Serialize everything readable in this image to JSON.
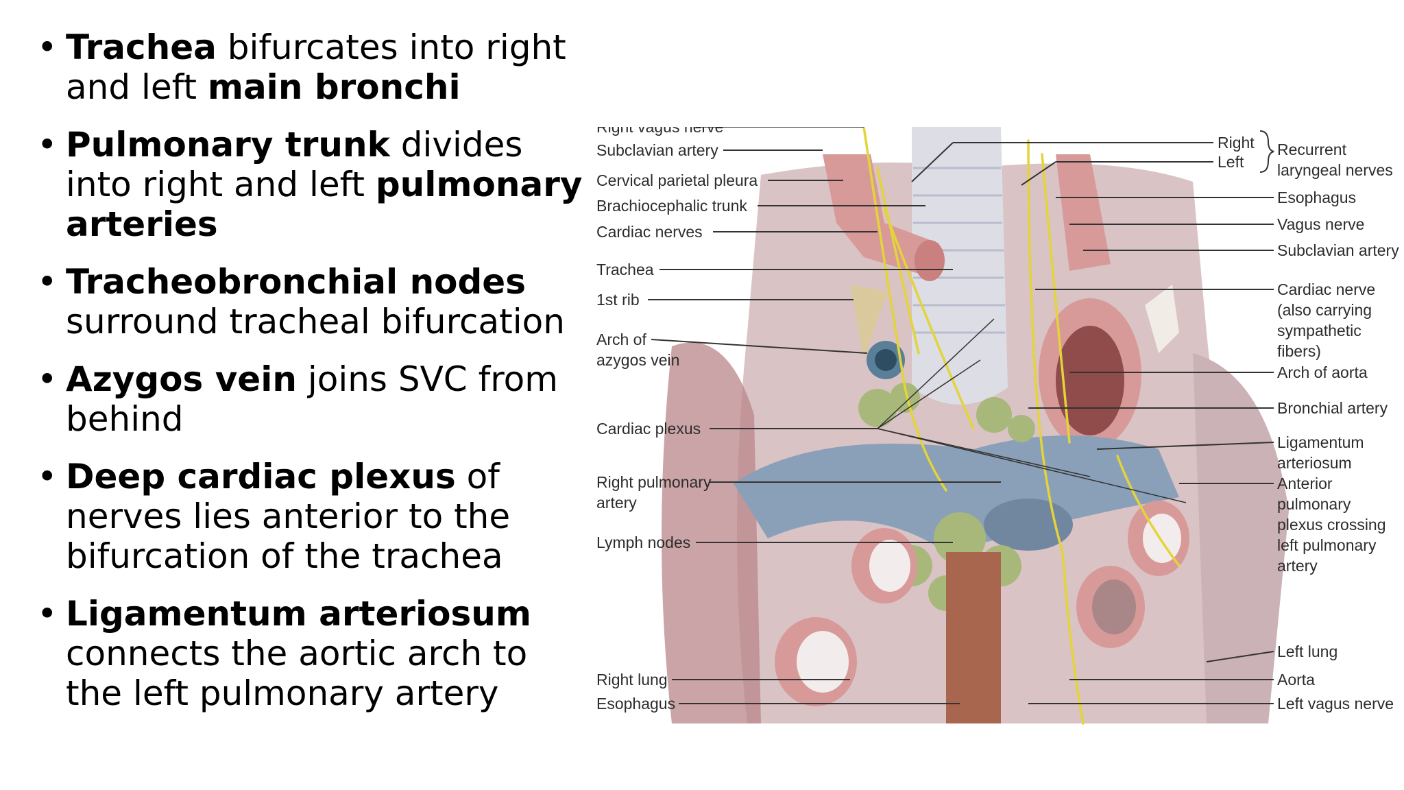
{
  "bullets": [
    {
      "parts": [
        {
          "text": "Trachea",
          "bold": true
        },
        {
          "text": " bifurcates into right and left ",
          "bold": false
        },
        {
          "text": "main bronchi",
          "bold": true
        }
      ]
    },
    {
      "parts": [
        {
          "text": "Pulmonary trunk",
          "bold": true
        },
        {
          "text": " divides into right and left ",
          "bold": false
        },
        {
          "text": "pulmonary arteries",
          "bold": true
        }
      ]
    },
    {
      "parts": [
        {
          "text": "Tracheobronchial nodes",
          "bold": true
        },
        {
          "text": " surround tracheal bifurcation",
          "bold": false
        }
      ]
    },
    {
      "parts": [
        {
          "text": "Azygos vein",
          "bold": true
        },
        {
          "text": " joins SVC from behind",
          "bold": false
        }
      ]
    },
    {
      "parts": [
        {
          "text": "Deep cardiac plexus",
          "bold": true
        },
        {
          "text": " of nerves lies anterior to the bifurcation of the trachea",
          "bold": false
        }
      ]
    },
    {
      "parts": [
        {
          "text": "Ligamentum arteriosum",
          "bold": true
        },
        {
          "text": " connects the aortic arch to the left pulmonary artery",
          "bold": false
        }
      ]
    }
  ],
  "figure": {
    "left_labels": {
      "right_vagus_nerve": "Right vagus nerve",
      "subclavian_artery": "Subclavian artery",
      "cervical_parietal_pleura": "Cervical parietal pleura",
      "brachiocephalic_trunk": "Brachiocephalic trunk",
      "cardiac_nerves": "Cardiac nerves",
      "trachea": "Trachea",
      "first_rib": "1st rib",
      "arch_of_azygos_vein_1": "Arch of",
      "arch_of_azygos_vein_2": "azygos vein",
      "cardiac_plexus": "Cardiac plexus",
      "right_pulmonary_artery_1": "Right pulmonary",
      "right_pulmonary_artery_2": "artery",
      "lymph_nodes": "Lymph nodes",
      "right_lung": "Right lung",
      "esophagus": "Esophagus"
    },
    "top_labels": {
      "right": "Right",
      "left": "Left",
      "recurrent_laryngeal_1": "Recurrent",
      "recurrent_laryngeal_2": "laryngeal nerves"
    },
    "right_labels": {
      "esophagus": "Esophagus",
      "vagus_nerve": "Vagus nerve",
      "subclavian_artery": "Subclavian artery",
      "cardiac_nerve_1": "Cardiac nerve",
      "cardiac_nerve_2": "(also carrying",
      "cardiac_nerve_3": "sympathetic",
      "cardiac_nerve_4": "fibers)",
      "arch_of_aorta": "Arch of aorta",
      "bronchial_artery": "Bronchial artery",
      "ligamentum_1": "Ligamentum",
      "ligamentum_2": "arteriosum",
      "anterior_pulmonary_1": "Anterior",
      "anterior_pulmonary_2": "pulmonary",
      "anterior_pulmonary_3": "plexus crossing",
      "anterior_pulmonary_4": "left pulmonary",
      "anterior_pulmonary_5": "artery",
      "left_lung": "Left lung",
      "aorta": "Aorta",
      "left_vagus_nerve": "Left vagus nerve"
    },
    "colors": {
      "tissue": "#d9c3c5",
      "vessel_red": "#d79a98",
      "vein_blue": "#8aa0b8",
      "nerve_yellow": "#e3d43a",
      "lymph_green": "#a8b87a",
      "esophagus_brown": "#a8664e"
    }
  }
}
